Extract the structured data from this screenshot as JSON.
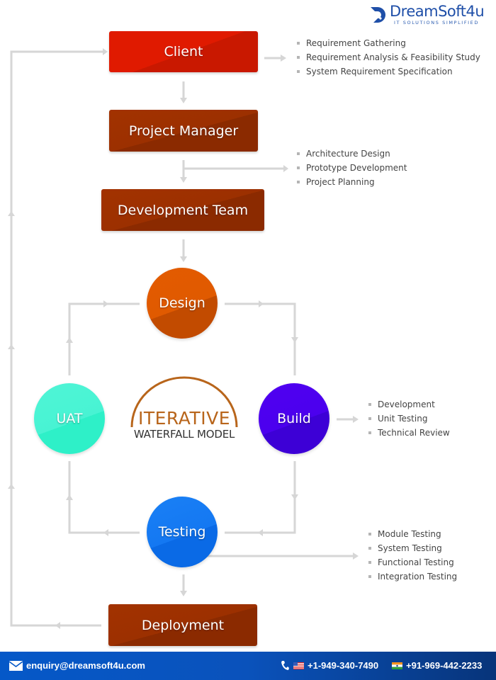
{
  "brand": {
    "name": "DreamSoft4u",
    "tagline": "IT SOLUTIONS SIMPLIFIED",
    "color": "#1f4fa8"
  },
  "title": {
    "line1": "ITERATIVE",
    "line2": "WATERFALL MODEL"
  },
  "nodes": {
    "client": "Client",
    "project_manager": "Project Manager",
    "development_team": "Development Team",
    "design": "Design",
    "build": "Build",
    "testing": "Testing",
    "uat": "UAT",
    "deployment": "Deployment"
  },
  "colors": {
    "client": "#e01a00",
    "brown_box": "#9c3000",
    "design": "#e05a00",
    "build": "#4b00ee",
    "testing": "#1478f2",
    "uat": "#48f3d3",
    "connector": "#d6d6d6",
    "title_accent": "#b8651b"
  },
  "lists": {
    "client": [
      "Requirement Gathering",
      "Requirement Analysis & Feasibility Study",
      "System Requirement Specification"
    ],
    "project_manager": [
      "Architecture Design",
      "Prototype Development",
      "Project Planning"
    ],
    "build": [
      "Development",
      "Unit Testing",
      "Technical Review"
    ],
    "testing": [
      "Module Testing",
      "System Testing",
      "Functional Testing",
      "Integration Testing"
    ]
  },
  "footer": {
    "email": "enquiry@dreamsoft4u.com",
    "phone_us": "+1-949-340-7490",
    "phone_in": "+91-969-442-2233"
  }
}
